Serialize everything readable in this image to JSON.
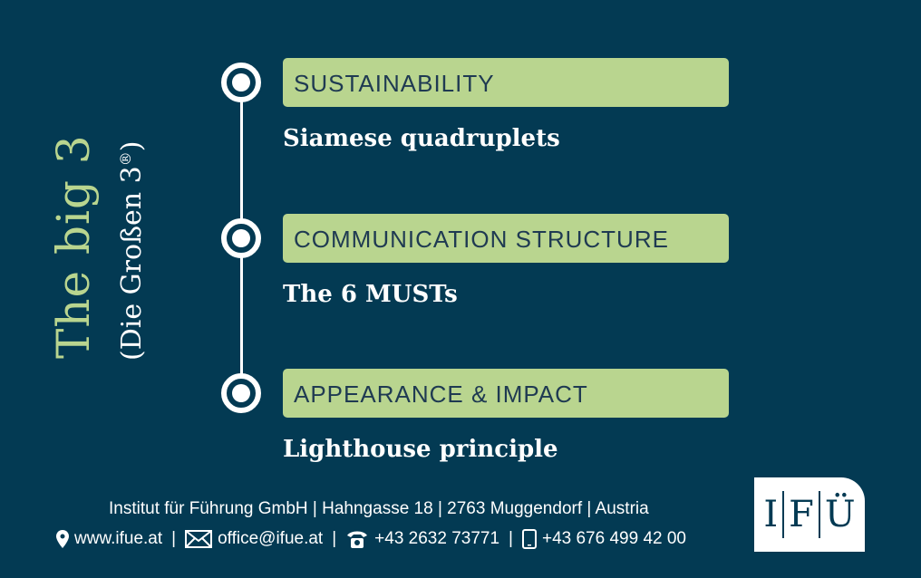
{
  "title": "The big 3",
  "subtitle": "(Die Großen 3",
  "subtitle_reg": "®",
  "subtitle_close": ")",
  "items": [
    {
      "heading": "SUSTAINABILITY",
      "text": "Siamese quadruplets"
    },
    {
      "heading": "COMMUNICATION STRUCTURE",
      "text": "The 6 MUSTs"
    },
    {
      "heading": "APPEARANCE & IMPACT",
      "text": "Lighthouse principle"
    }
  ],
  "footer": {
    "address": "Institut für Führung GmbH | Hahngasse 18 | 2763 Muggendorf | Austria",
    "web": "www.ifue.at",
    "email": "office@ifue.at",
    "phone": "+43 2632 73771",
    "mobile": "+43 676 499 42 00",
    "sep": "|"
  },
  "logo": {
    "letters": [
      "I",
      "F",
      "Ü"
    ]
  },
  "colors": {
    "background": "#033a53",
    "accent": "#b9d58f"
  }
}
